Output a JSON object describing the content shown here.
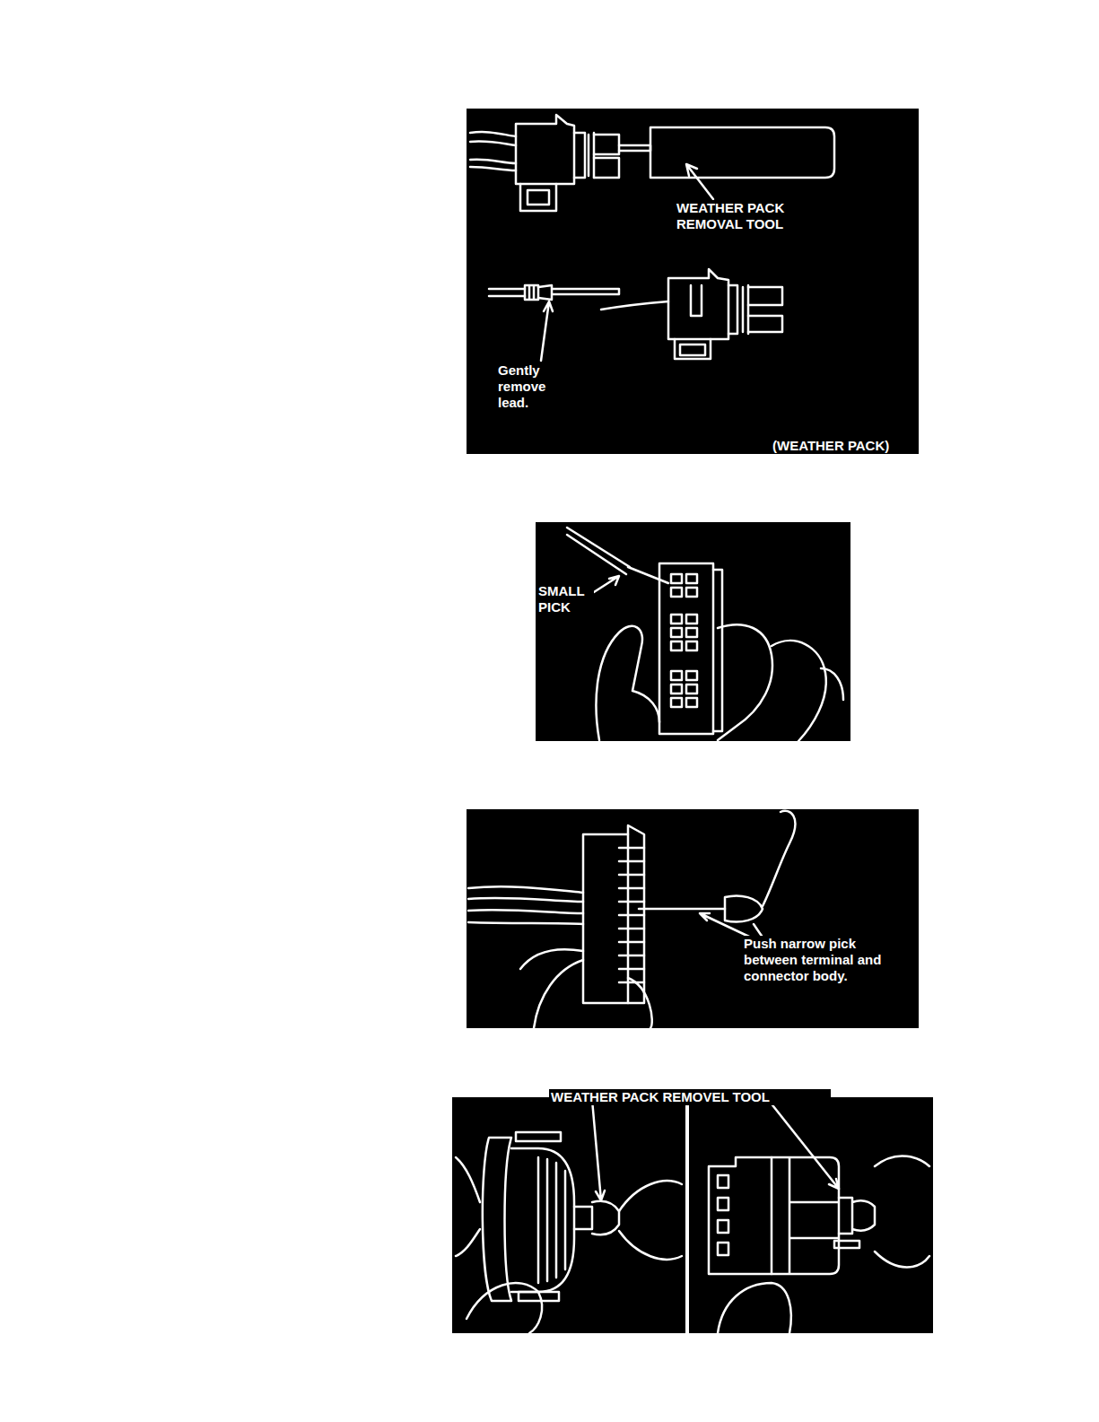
{
  "diagram": {
    "labels": [
      "WEATHER PACK REMOVAL TOOL",
      "Gently remove lead.",
      "(WEATHER PACK)",
      "SMALL PICK",
      "Push narrow pick between terminal and connector body.",
      "WEATHER PACK REMOVEL TOOL"
    ]
  }
}
